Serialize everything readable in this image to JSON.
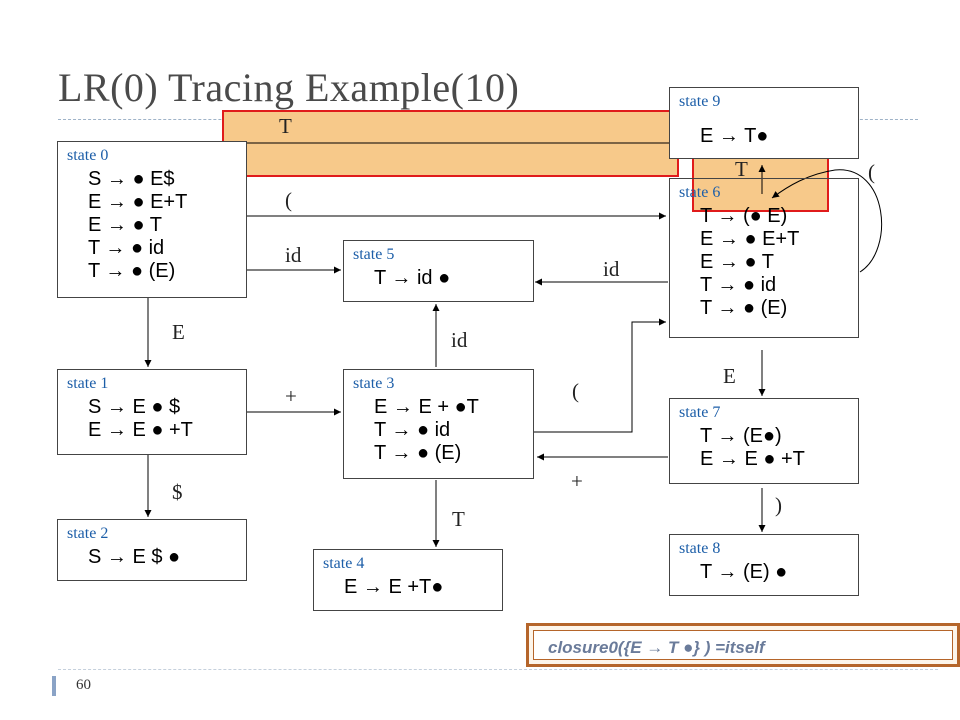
{
  "slide": {
    "title": "LR(0) Tracing Example(10)",
    "page_number": "60"
  },
  "states": {
    "s0": {
      "name": "state 0",
      "productions": [
        "S → ● E$",
        "E → ● E+T",
        "E → ● T",
        "T → ● id",
        "T → ● (E)"
      ]
    },
    "s1": {
      "name": "state 1",
      "productions": [
        "S → E ● $",
        "E → E ● +T"
      ]
    },
    "s2": {
      "name": "state 2",
      "productions": [
        "S → E $ ●"
      ]
    },
    "s3": {
      "name": "state 3",
      "productions": [
        "E → E + ●T",
        "T → ● id",
        "T → ● (E)"
      ]
    },
    "s4": {
      "name": "state 4",
      "productions": [
        "E → E +T●"
      ]
    },
    "s5": {
      "name": "state 5",
      "productions": [
        "T →  id ●"
      ]
    },
    "s6": {
      "name": "state 6",
      "productions": [
        "T → (● E)",
        "E → ● E+T",
        "E → ● T",
        "T → ● id",
        "T → ● (E)"
      ]
    },
    "s7": {
      "name": "state 7",
      "productions": [
        "T → (E●)",
        "E → E ● +T"
      ]
    },
    "s8": {
      "name": "state 8",
      "productions": [
        "T → (E) ●"
      ]
    },
    "s9": {
      "name": "state 9",
      "productions": [
        "E → T●"
      ]
    }
  },
  "edges": {
    "s0_s9": "T",
    "s0_s6": "(",
    "s0_s5": "id",
    "s0_s1": "E",
    "s1_s3": "+",
    "s1_s2": "$",
    "s3_s5": "id",
    "s3_s6": "(",
    "s3_s4": "T",
    "s6_s5": "id",
    "s6_s9": "T",
    "s6_s6": "(",
    "s6_s7": "E",
    "s7_s3": "+",
    "s7_s8": ")"
  },
  "closure_note": "closure0({E  → T ●} ) =itself",
  "colors": {
    "highlight_fill": "#f7c98a",
    "highlight_border": "#e01b1b",
    "state_name": "#1c5ea8",
    "closure_border": "#b5652a",
    "closure_text": "#6a7b9a"
  }
}
